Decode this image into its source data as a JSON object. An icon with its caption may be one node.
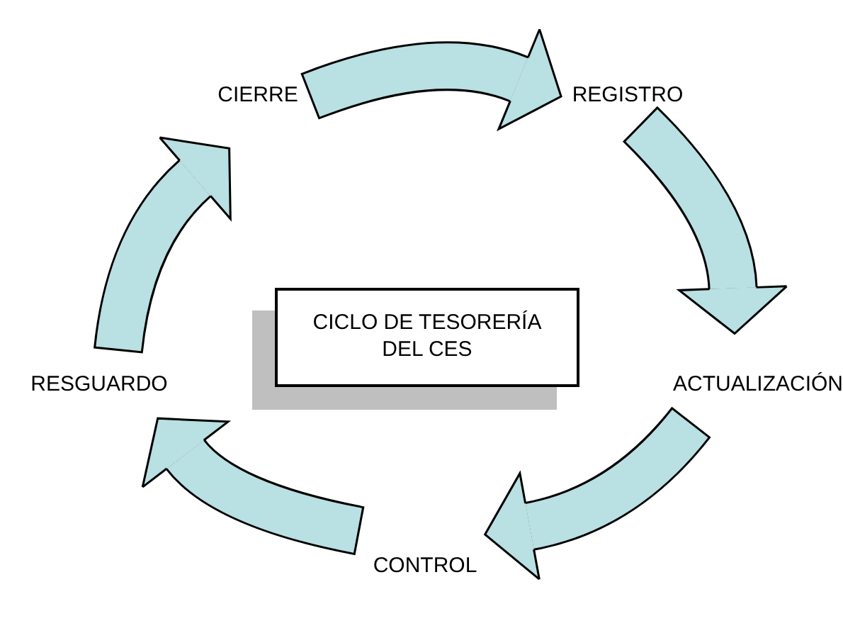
{
  "diagram": {
    "nodes": [
      {
        "text": [
          "CICLO DE TESORERÍA DEL CES"
        ]
      },
      {
        "text": [
          "CIERRE"
        ]
      },
      {
        "text": [
          "REGISTRO"
        ]
      },
      {
        "text": [
          "ACTUALIZACIÓN"
        ]
      },
      {
        "text": [
          "CONTROL"
        ]
      },
      {
        "text": [
          "RESGUARDO"
        ]
      }
    ],
    "edges": [
      {
        "from": 1,
        "to": 2,
        "arrow": "to"
      },
      {
        "from": 2,
        "to": 3,
        "arrow": "to"
      },
      {
        "from": 3,
        "to": 4,
        "arrow": "to"
      },
      {
        "from": 4,
        "to": 5,
        "arrow": "to"
      },
      {
        "from": 5,
        "to": 1,
        "arrow": "to"
      }
    ]
  }
}
